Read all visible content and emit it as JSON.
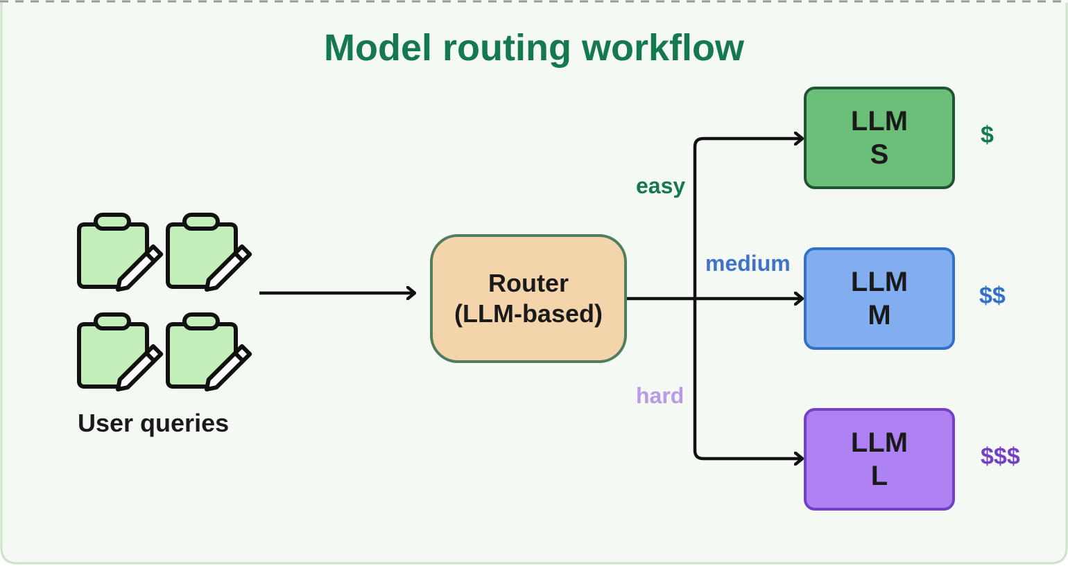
{
  "title": "Model routing workflow",
  "queries": {
    "label": "User queries",
    "icon": "clipboard-pencil-icon",
    "count": 4
  },
  "router": {
    "line1": "Router",
    "line2": "(LLM-based)"
  },
  "routes": [
    {
      "label": "easy",
      "color": "#15784e"
    },
    {
      "label": "medium",
      "color": "#3f72c8"
    },
    {
      "label": "hard",
      "color": "#b89ae8"
    }
  ],
  "models": [
    {
      "line1": "LLM",
      "line2": "S",
      "cost": "$",
      "fill": "#6cbf78",
      "stroke": "#1f5533"
    },
    {
      "line1": "LLM",
      "line2": "M",
      "cost": "$$",
      "fill": "#82aef0",
      "stroke": "#3371c8"
    },
    {
      "line1": "LLM",
      "line2": "L",
      "cost": "$$$",
      "fill": "#ae82f2",
      "stroke": "#7340c7"
    }
  ],
  "colors": {
    "panel_bg": "#f4f9f3",
    "panel_border": "#cfe3cc",
    "title": "#15784e",
    "clipboard_fill": "#c3eeb9"
  }
}
